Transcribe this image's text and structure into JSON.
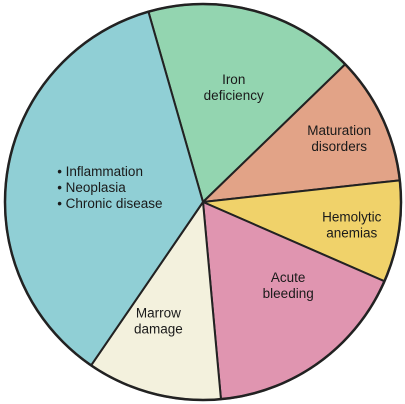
{
  "chart_data": {
    "type": "pie",
    "title": "",
    "slices": [
      {
        "name": "iron-deficiency",
        "lines": [
          "Iron",
          "deficiency"
        ],
        "value": 17.2,
        "color": "#93d5b0"
      },
      {
        "name": "maturation-disorders",
        "lines": [
          "Maturation",
          "disorders"
        ],
        "value": 10.5,
        "color": "#e2a387"
      },
      {
        "name": "hemolytic-anemias",
        "lines": [
          "Hemolytic",
          "anemias"
        ],
        "value": 8.3,
        "color": "#f0d26a"
      },
      {
        "name": "acute-bleeding",
        "lines": [
          "Acute",
          "bleeding"
        ],
        "value": 17.0,
        "color": "#e095b0"
      },
      {
        "name": "marrow-damage",
        "lines": [
          "Marrow",
          "damage"
        ],
        "value": 11.0,
        "color": "#f3f1dd"
      },
      {
        "name": "inflammation-neoplasia-chronic-disease",
        "lines": [
          "• Inflammation",
          "• Neoplasia",
          "• Chronic disease"
        ],
        "value": 36.0,
        "color": "#90cfd5"
      }
    ]
  }
}
